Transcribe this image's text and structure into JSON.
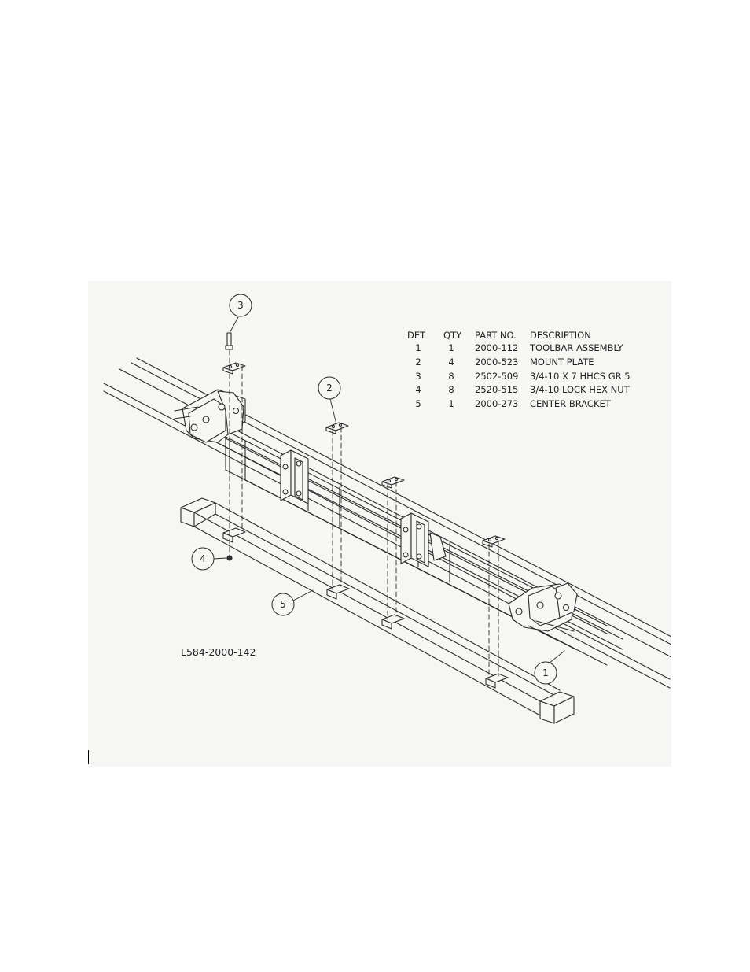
{
  "drawing_number": "L584-2000-142",
  "bom": {
    "headers": {
      "det": "DET",
      "qty": "QTY",
      "part": "PART NO.",
      "desc": "DESCRIPTION"
    },
    "rows": [
      {
        "det": "1",
        "qty": "1",
        "part": "2000-112",
        "desc": "TOOLBAR ASSEMBLY"
      },
      {
        "det": "2",
        "qty": "4",
        "part": "2000-523",
        "desc": "MOUNT PLATE"
      },
      {
        "det": "3",
        "qty": "8",
        "part": "2502-509",
        "desc": "3/4-10 X 7 HHCS GR 5"
      },
      {
        "det": "4",
        "qty": "8",
        "part": "2520-515",
        "desc": "3/4-10 LOCK HEX NUT"
      },
      {
        "det": "5",
        "qty": "1",
        "part": "2000-273",
        "desc": "CENTER BRACKET"
      }
    ]
  },
  "callouts": {
    "c1": "1",
    "c2": "2",
    "c3": "3",
    "c4": "4",
    "c5": "5"
  }
}
